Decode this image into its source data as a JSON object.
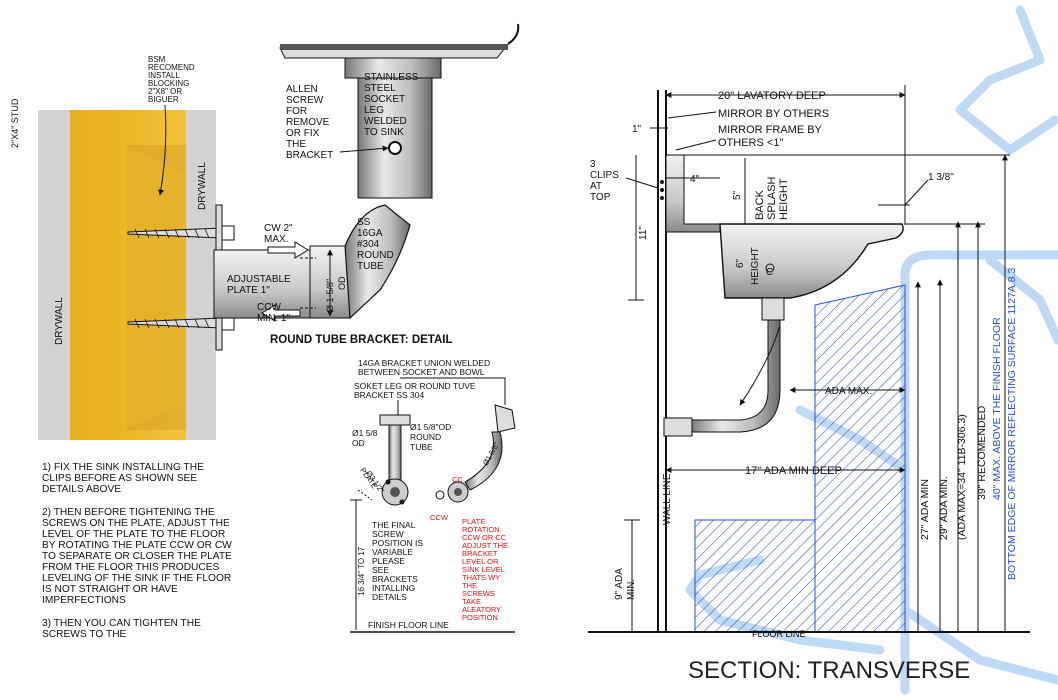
{
  "stud_label": "2\"X4\" STUD",
  "blocking_note": [
    "BSM",
    "RECOMEND",
    "INSTALL",
    "BLOCKING",
    "2\"X8\" OR",
    "BIGUER"
  ],
  "drywall_left": "DRYWALL",
  "drywall_right": "DRYWALL",
  "allen_screw_note": [
    "ALLEN",
    "SCREW",
    "FOR",
    "REMOVE",
    "OR FIX",
    "THE",
    "BRACKET"
  ],
  "socket_leg_note": [
    "STAINLESS",
    "STEEL",
    "SOCKET",
    "LEG",
    "WELDED",
    "TO SINK"
  ],
  "cw_label": [
    "CW 2\"",
    "MAX."
  ],
  "ccw_label": [
    "CCW",
    "MIN. 1\""
  ],
  "round_tube_note": [
    "SS",
    "16GA",
    "#304",
    "ROUND",
    "TUBE"
  ],
  "adjustable_plate": [
    "ADJUSTABLE",
    "PLATE 1\""
  ],
  "dia_label": "Ø 1-5/8\"",
  "od_label": "OD",
  "detail_title": "ROUND TUBE BRACKET: DETAIL",
  "instructions": [
    "1) FIX THE SINK INSTALLING THE CLIPS BEFORE AS SHOWN SEE DETAILS ABOVE",
    "2) THEN BEFORE TIGHTENING THE SCREWS ON THE PLATE, ADJUST THE LEVEL OF THE PLATE TO THE FLOOR BY ROTATING THE PLATE CCW OR CW TO SEPARATE OR CLOSER THE PLATE FROM THE FLOOR THIS PRODUCES LEVELING OF THE SINK IF THE FLOOR IS NOT STRAIGHT OR HAVE IMPERFECTIONS",
    "3) THEN YOU CAN TIGHTEN THE SCREWS TO THE"
  ],
  "small_detail": {
    "union_note": [
      "14GA BRACKET UNION WELDED",
      "BETWEEN SOCKET AND BOWL"
    ],
    "socket_note": [
      "SOKET LEG OR ROUND TUVE",
      "BRACKET SS 304"
    ],
    "dia_left": [
      "Ø1 5/8",
      "OD"
    ],
    "dia_mid": [
      "Ø1 5/8\"OD",
      "ROUND",
      "TUBE"
    ],
    "dia_right": "Ø1 5/8\"",
    "plate_lbl": "PLATE",
    "dia_small": "Ø3 1/2\"",
    "cc": "CC",
    "ccw": "CCW",
    "final_note": [
      "THE FINAL",
      "SCREW",
      "POSITION IS",
      "VARIABLE",
      "PLEASE",
      "SEE",
      "BRACKETS",
      "INTALLING",
      "DETAILS"
    ],
    "red_note": [
      "PLATE",
      "ROTATION",
      "CCW OR CC",
      "ADJUST THE",
      "BRACKET",
      "LEVEL OR",
      "SINK LEVEL",
      "THATS WY",
      "THE",
      "SCREWS",
      "TAKE",
      "ALEATORY",
      "POSITION"
    ],
    "height_range": "16 3/4\" TO 17",
    "finish_floor": "FINISH FLOOR LINE"
  },
  "section": {
    "title": "SECTION: TRANSVERSE",
    "lavatory_deep": "20\" LAVATORY DEEP",
    "mirror_by_others": "MIRROR BY OTHERS",
    "mirror_frame": [
      "MIRROR FRAME BY",
      "OTHERS <1\""
    ],
    "one_inch": "1\"",
    "clips": [
      "3",
      "CLIPS",
      "AT",
      "TOP"
    ],
    "four_inch": "4\"",
    "five_inch": "5\"",
    "back_splash": [
      "BACK",
      "SPLASH",
      "HEIGHT"
    ],
    "one_three_eighths": "1 3/8\"",
    "eleven_inch": "11\"",
    "six_inch": "6\"",
    "height": "HEIGHT",
    "cl": "C",
    "ada_max": "ADA MAX.",
    "wall_line": "WALL LINE",
    "ada_min_deep": "17\" ADA MIN DEEP",
    "nine_ada": [
      "9\" ADA",
      "MIN."
    ],
    "floor_line": "FLOOR LINE",
    "v27": "27\" ADA MIN",
    "v29": "29\" ADA MIN.",
    "v34": "(ADA MAX=34\" 11B-306.3)",
    "v39": "39\" RECOMENDED",
    "v40": [
      "40\" MAX. ABOVE THE FINISH FLOOR",
      "BOTTOM EDGE OF MIRROR REFLECTING SURFACE 1127A.8.3"
    ]
  },
  "colors": {
    "blocking": "#e8b323",
    "drywall": "#d2d2d2",
    "ada_blue": "#2a4fd6",
    "light_blue": "#a8cdf2",
    "red": "#e01010"
  }
}
